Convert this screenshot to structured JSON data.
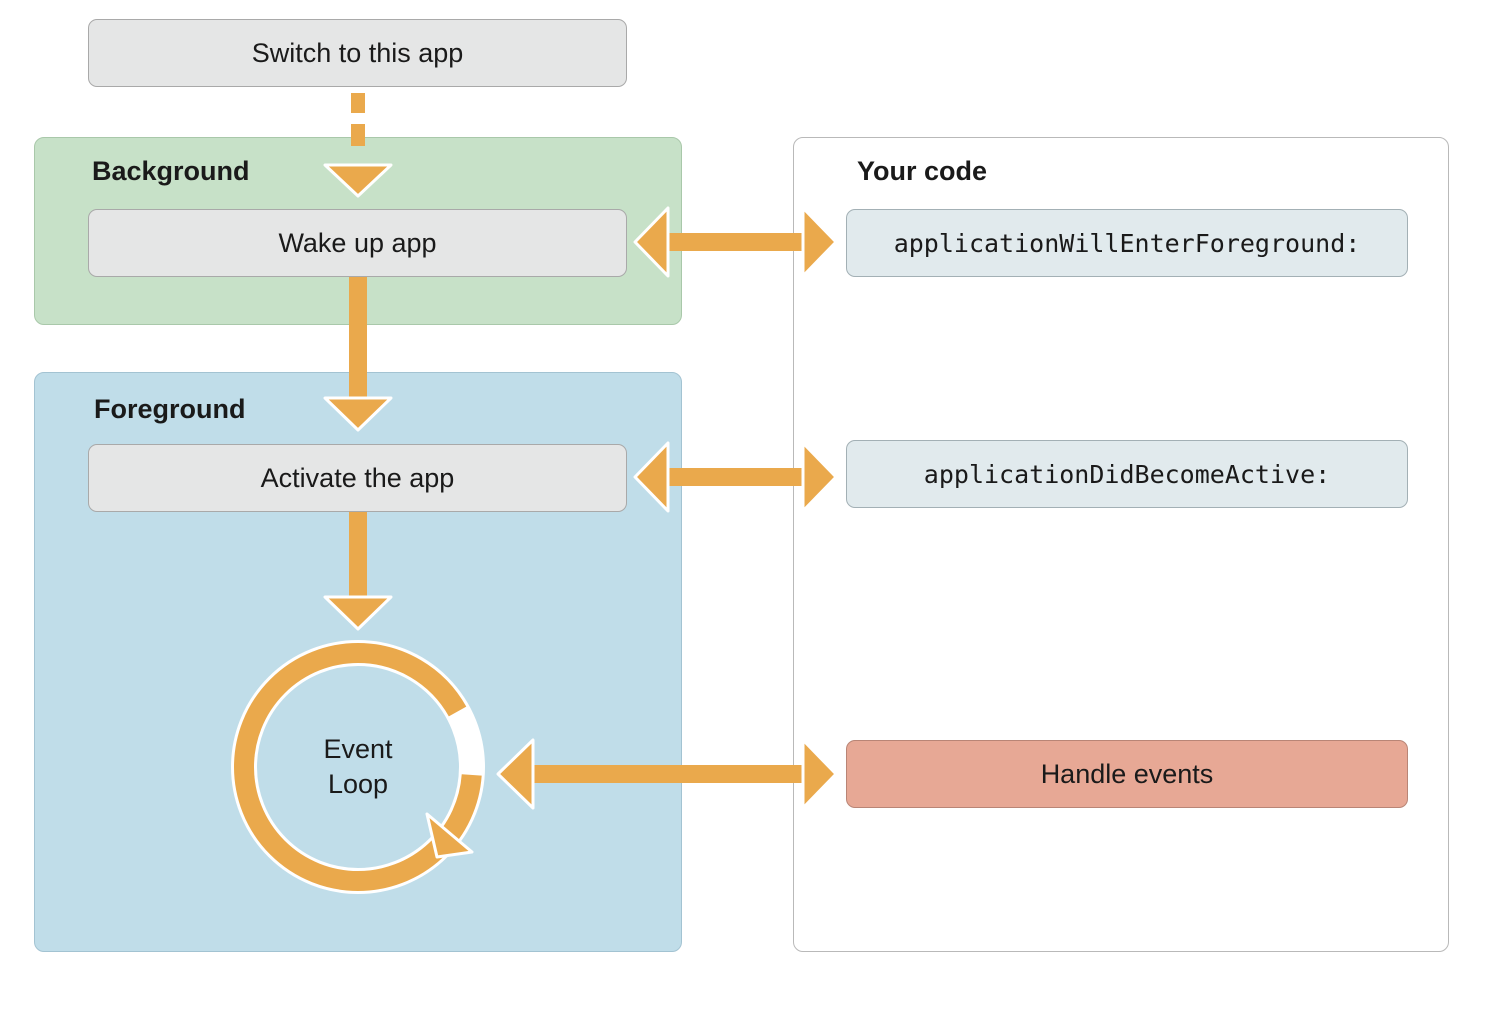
{
  "diagram": {
    "start": {
      "label": "Switch to this app"
    },
    "background": {
      "title": "Background",
      "step": "Wake up app"
    },
    "foreground": {
      "title": "Foreground",
      "step": "Activate the app",
      "loop_line1": "Event",
      "loop_line2": "Loop"
    },
    "code": {
      "title": "Your code",
      "will_enter_foreground": "applicationWillEnterForeground:",
      "did_become_active": "applicationDidBecomeActive:",
      "handle_events": "Handle events"
    }
  },
  "colors": {
    "arrow": "#eaa94c",
    "arrow_outline": "#ffffff",
    "background_region": "#c7e1c8",
    "foreground_region": "#c0dde9",
    "step_fill": "#e5e6e6",
    "code_fill": "#e1eaed",
    "handle_fill": "#e7a895"
  }
}
